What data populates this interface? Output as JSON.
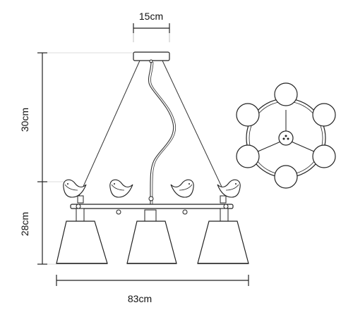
{
  "dimensions": {
    "canopy_width": "15cm",
    "upper_height": "30cm",
    "lower_height": "28cm",
    "total_width": "83cm"
  },
  "colors": {
    "line": "#222222",
    "fill": "#ffffff",
    "shade_hatch": "#555555"
  }
}
